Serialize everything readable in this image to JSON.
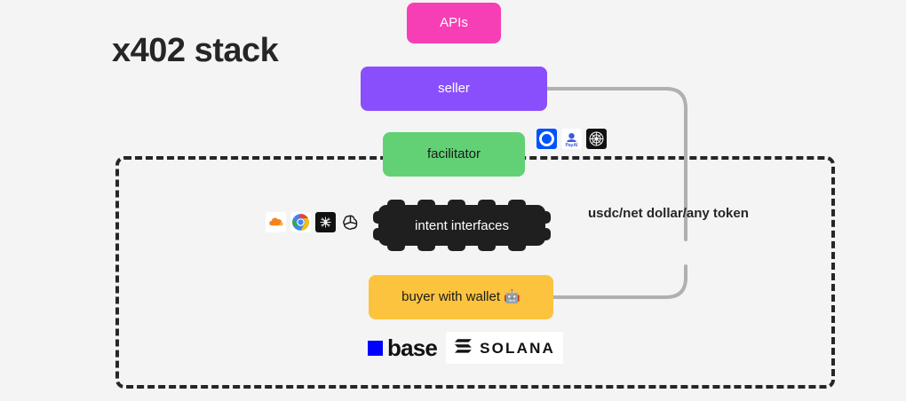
{
  "page": {
    "title": "x402 stack",
    "background_color": "#f4f4f4"
  },
  "diagram": {
    "type": "stack-architecture",
    "boundary": {
      "style": "dashed",
      "color": "#262626",
      "label": ""
    },
    "nodes": [
      {
        "id": "apis",
        "label": "APIs",
        "color": "#F73FB5",
        "text_color": "#ffffff",
        "layer": 1
      },
      {
        "id": "seller",
        "label": "seller",
        "color": "#8A4FFC",
        "text_color": "#ffffff",
        "layer": 2
      },
      {
        "id": "facilitator",
        "label": "facilitator",
        "color": "#62D175",
        "text_color": "#1a1a1a",
        "layer": 3
      },
      {
        "id": "intent-interfaces",
        "label": "intent interfaces",
        "color": "#1f1f1f",
        "text_color": "#ffffff",
        "layer": 4
      },
      {
        "id": "buyer",
        "label": "buyer with wallet 🤖",
        "color": "#FCC33F",
        "text_color": "#1a1a1a",
        "layer": 5
      }
    ],
    "connector": {
      "from": "seller",
      "to": "buyer",
      "label": "usdc/net dollar/any token",
      "color": "#b0b0b0"
    },
    "facilitator_icons": [
      {
        "name": "coinbase-icon",
        "title": "Coinbase"
      },
      {
        "name": "payai-icon",
        "title": "PayAI"
      },
      {
        "name": "thirdweb-icon",
        "title": "Network"
      }
    ],
    "intent_icons": [
      {
        "name": "cloudflare-icon",
        "title": "Cloudflare"
      },
      {
        "name": "chrome-icon",
        "title": "Google Chrome"
      },
      {
        "name": "anthropic-icon",
        "title": "Anthropic"
      },
      {
        "name": "openai-icon",
        "title": "OpenAI"
      }
    ],
    "chain_logos": [
      {
        "name": "base-logo",
        "label": "base",
        "color": "#0000FF"
      },
      {
        "name": "solana-logo",
        "label": "SOLANA",
        "color": "#111111"
      }
    ]
  }
}
